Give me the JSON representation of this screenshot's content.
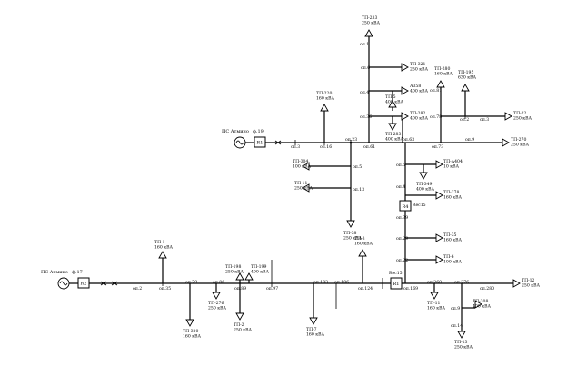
{
  "sources": [
    {
      "id": "src1",
      "label": "ПС Атмино",
      "feeder": "ф.19"
    },
    {
      "id": "src2",
      "label": "ПС Атмино",
      "feeder": "ф.17"
    }
  ],
  "breakers": [
    {
      "id": "R1",
      "label": "R1"
    },
    {
      "id": "R2",
      "label": "R2"
    },
    {
      "id": "R3",
      "label": "R1",
      "tag": "Rec15"
    },
    {
      "id": "R4",
      "label": "R4",
      "tag": "Rec15"
    }
  ],
  "transformers": [
    {
      "id": "t233",
      "name": "ТП-233",
      "kva": "250 кВА"
    },
    {
      "id": "t321",
      "name": "ТП-321",
      "kva": "250 кВА"
    },
    {
      "id": "a358",
      "name": "А358",
      "kva": "400 кВА"
    },
    {
      "id": "t5",
      "name": "ТП-5",
      "kva": "400 кВА"
    },
    {
      "id": "t282",
      "name": "ТП-282",
      "kva": "400 кВА"
    },
    {
      "id": "t283",
      "name": "ТП-283",
      "kva": "400 кВА"
    },
    {
      "id": "t280",
      "name": "ТП-280",
      "kva": "160 кВА"
    },
    {
      "id": "t195",
      "name": "ТП-195",
      "kva": "630 кВА"
    },
    {
      "id": "t22",
      "name": "ТП-22",
      "kva": "250 кВА"
    },
    {
      "id": "t220",
      "name": "ТП-220",
      "kva": "160 кВА"
    },
    {
      "id": "t270",
      "name": "ТП-270",
      "kva": "250 кВА"
    },
    {
      "id": "t304",
      "name": "ТП-304",
      "kva": "100 кВА"
    },
    {
      "id": "t11",
      "name": "ТП 11",
      "kva": "250 кВА"
    },
    {
      "id": "ta404",
      "name": "ТП-А404",
      "kva": "10 кВА"
    },
    {
      "id": "t349",
      "name": "ТП-349",
      "kva": "400 кВА"
    },
    {
      "id": "t278",
      "name": "ТП-278",
      "kva": "160 кВА"
    },
    {
      "id": "t38",
      "name": "ТП-38",
      "kva": "250 кВА"
    },
    {
      "id": "t3",
      "name": "ТП-3",
      "kva": "160 кВА"
    },
    {
      "id": "t35",
      "name": "ТП-35",
      "kva": "160 кВА"
    },
    {
      "id": "t1",
      "name": "ТП-1",
      "kva": "160 кВА"
    },
    {
      "id": "t6",
      "name": "ТП-6",
      "kva": "100 кВА"
    },
    {
      "id": "t198",
      "name": "ТП-198",
      "kva": "250 кВА"
    },
    {
      "id": "t199",
      "name": "ТП-199",
      "kva": "400 кВА"
    },
    {
      "id": "t276",
      "name": "ТП-276",
      "kva": "250 кВА"
    },
    {
      "id": "t12",
      "name": "ТП-12",
      "kva": "250 кВА"
    },
    {
      "id": "t320",
      "name": "ТП-320",
      "kva": "160 кВА"
    },
    {
      "id": "t2",
      "name": "ТП-2",
      "kva": "250 кВА"
    },
    {
      "id": "t7",
      "name": "ТП-7",
      "kva": "160 кВА"
    },
    {
      "id": "t211",
      "name": "ТП-11",
      "kva": "160 кВА"
    },
    {
      "id": "t208",
      "name": "ТП-208",
      "kva": "400 кВА"
    },
    {
      "id": "t13",
      "name": "ТП-13",
      "kva": "250 кВА"
    }
  ],
  "poles": [
    {
      "id": "p1",
      "label": "оп.1"
    },
    {
      "id": "p6",
      "label": "оп.6"
    },
    {
      "id": "p4",
      "label": "оп.4"
    },
    {
      "id": "p81",
      "label": "оп.81"
    },
    {
      "id": "p36",
      "label": "оп.36"
    },
    {
      "id": "p78",
      "label": "оп.78"
    },
    {
      "id": "p2",
      "label": "оп.2"
    },
    {
      "id": "p3",
      "label": "оп.3"
    },
    {
      "id": "p3b",
      "label": "оп.3"
    },
    {
      "id": "p16",
      "label": "оп.16"
    },
    {
      "id": "p23",
      "label": "оп.23"
    },
    {
      "id": "p61",
      "label": "оп.61"
    },
    {
      "id": "p63",
      "label": "оп.63"
    },
    {
      "id": "p73",
      "label": "оп.73"
    },
    {
      "id": "p9",
      "label": "оп.9"
    },
    {
      "id": "p5",
      "label": "оп.5"
    },
    {
      "id": "p5b",
      "label": "оп.5"
    },
    {
      "id": "p13",
      "label": "оп.13"
    },
    {
      "id": "p4b",
      "label": "оп.4"
    },
    {
      "id": "p39",
      "label": "оп.39"
    },
    {
      "id": "p29",
      "label": "оп.29"
    },
    {
      "id": "p22",
      "label": "оп.22"
    },
    {
      "id": "p2b",
      "label": "оп.2"
    },
    {
      "id": "p35",
      "label": "оп.35"
    },
    {
      "id": "p79",
      "label": "оп.79"
    },
    {
      "id": "p86",
      "label": "оп.86"
    },
    {
      "id": "p89",
      "label": "оп.89"
    },
    {
      "id": "p97",
      "label": "оп.97"
    },
    {
      "id": "p103",
      "label": "оп.103"
    },
    {
      "id": "p106",
      "label": "оп.106"
    },
    {
      "id": "p124",
      "label": "оп.124"
    },
    {
      "id": "p169",
      "label": "оп.169"
    },
    {
      "id": "p260",
      "label": "оп.260"
    },
    {
      "id": "p276",
      "label": "оп.276"
    },
    {
      "id": "p280",
      "label": "оп.280"
    },
    {
      "id": "p9b",
      "label": "оп.9"
    },
    {
      "id": "p14",
      "label": "оп.14"
    }
  ]
}
